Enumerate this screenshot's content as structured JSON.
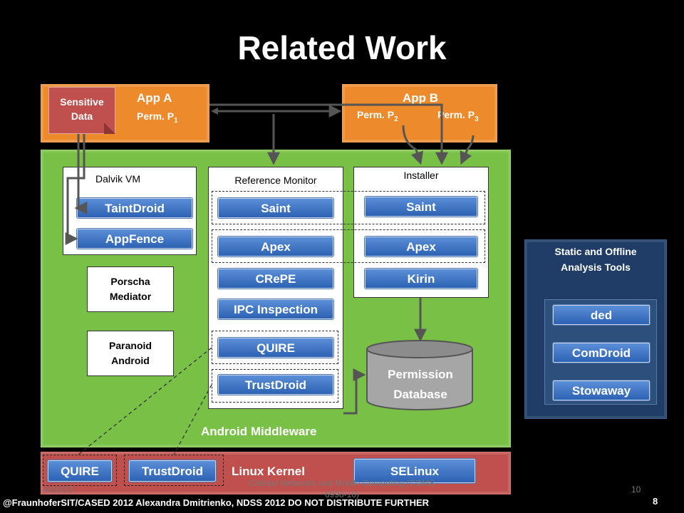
{
  "title": "Related Work",
  "app_a": {
    "label": "App A",
    "perm": "Perm. P",
    "perm_sub": "1"
  },
  "app_b": {
    "label": "App B",
    "perm2": "Perm. P",
    "perm2_sub": "2",
    "perm3": "Perm. P",
    "perm3_sub": "3"
  },
  "sensitive_data": "Sensitive Data",
  "dalvik": {
    "label": "Dalvik VM",
    "items": [
      "TaintDroid",
      "AppFence"
    ]
  },
  "porscha": "Porscha Mediator",
  "paranoid": "Paranoid Android",
  "reference_monitor": {
    "label": "Reference Monitor",
    "items": [
      "Saint",
      "Apex",
      "CRePE",
      "IPC Inspection",
      "QUIRE",
      "TrustDroid"
    ]
  },
  "installer": {
    "label": "Installer",
    "items": [
      "Saint",
      "Apex",
      "Kirin"
    ]
  },
  "permission_db": "Permission Database",
  "android_middleware": "Android Middleware",
  "linux_kernel": {
    "label": "Linux Kernel",
    "items": [
      "QUIRE",
      "TrustDroid",
      "SELinux"
    ]
  },
  "static_tools": {
    "label": "Static and Offline Analysis Tools",
    "items": [
      "ded",
      "ComDroid",
      "Stowaway"
    ]
  },
  "footer": {
    "credit": "@FraunhoferSIT/CASED 2012 Alexandra Dmitrienko, NDSS 2012 DO NOT DISTRIBUTE FURTHER",
    "page": "8",
    "date": "4/16/13",
    "course": "Cellular Networks and Mobile Computing (COMS 6998-10)",
    "slide": "10"
  }
}
